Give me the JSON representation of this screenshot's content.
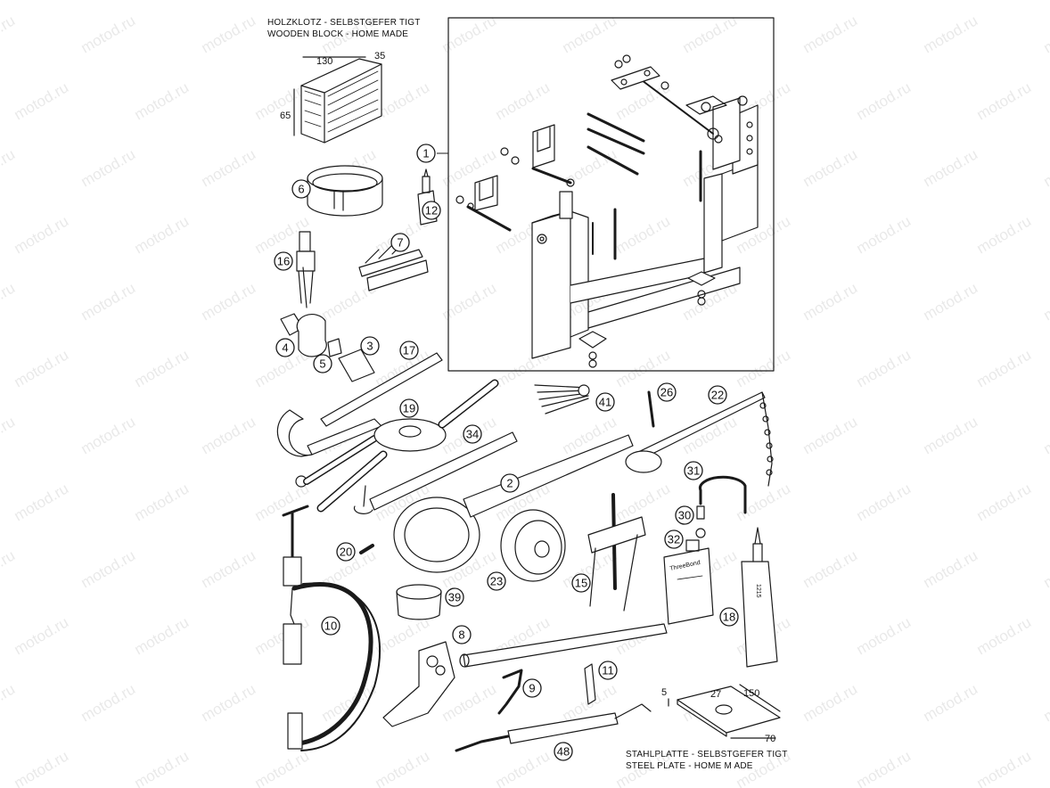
{
  "captions": {
    "wood_line1": "HOLZKLOTZ - SELBSTGEFER TIGT",
    "wood_line2": "WOODEN BLOCK - HOME MADE",
    "steel_line1": "STAHLPLATTE - SELBSTGEFER TIGT",
    "steel_line2": "STEEL PLATE - HOME M ADE"
  },
  "dimensions": {
    "block_len": "130",
    "block_width": "35",
    "block_height": "65",
    "plate_thick": "5",
    "plate_len": "150",
    "plate_hole": "27",
    "plate_width": "70"
  },
  "part_numbers": [
    "1",
    "2",
    "3",
    "4",
    "5",
    "6",
    "7",
    "8",
    "9",
    "10",
    "11",
    "12",
    "15",
    "16",
    "17",
    "18",
    "19",
    "20",
    "22",
    "23",
    "26",
    "30",
    "31",
    "32",
    "34",
    "39",
    "41",
    "48"
  ],
  "product_labels": {
    "bottle": "ThreeBond",
    "tube_code": "1215"
  },
  "watermark": "motod.ru"
}
